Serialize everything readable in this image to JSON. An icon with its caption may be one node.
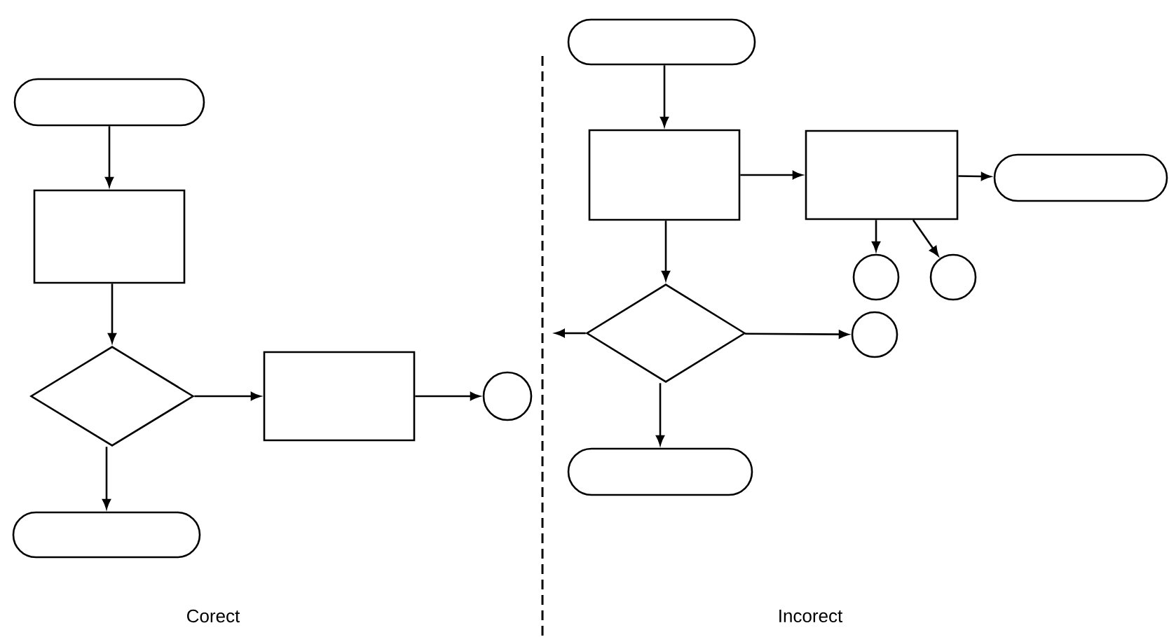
{
  "diagram": {
    "nodes": [
      {
        "text": [],
        "shape": "pill"
      },
      {
        "text": [],
        "shape": "box"
      },
      {
        "text": [],
        "shape": "diamond"
      },
      {
        "text": [],
        "shape": "box"
      },
      {
        "text": [],
        "shape": "circle"
      },
      {
        "text": [],
        "shape": "pill"
      },
      {
        "text": [],
        "shape": "pill"
      },
      {
        "text": [],
        "shape": "box"
      },
      {
        "text": [],
        "shape": "box"
      },
      {
        "text": [],
        "shape": "pill"
      },
      {
        "text": [],
        "shape": "circle"
      },
      {
        "text": [],
        "shape": "circle"
      },
      {
        "text": [],
        "shape": "diamond"
      },
      {
        "text": [],
        "shape": "circle"
      },
      {
        "text": [],
        "shape": "pill"
      }
    ],
    "edges": [
      {
        "from": 0,
        "to": 1,
        "arrow": "to"
      },
      {
        "from": 1,
        "to": 2,
        "arrow": "to"
      },
      {
        "from": 2,
        "to": 3,
        "arrow": "to"
      },
      {
        "from": 3,
        "to": 4,
        "arrow": "to"
      },
      {
        "from": 2,
        "to": 5,
        "arrow": "to"
      },
      {
        "from": 6,
        "to": 7,
        "arrow": "to"
      },
      {
        "from": 7,
        "to": 8,
        "arrow": "to"
      },
      {
        "from": 8,
        "to": 9,
        "arrow": "to"
      },
      {
        "from": 8,
        "to": 10,
        "arrow": "to"
      },
      {
        "from": 8,
        "to": 11,
        "arrow": "to"
      },
      {
        "from": 7,
        "to": 12,
        "arrow": "to"
      },
      {
        "from": 12,
        "to": null,
        "arrow": "to"
      },
      {
        "from": 12,
        "to": 13,
        "arrow": "to"
      },
      {
        "from": 12,
        "to": 14,
        "arrow": "to"
      }
    ],
    "labels": [
      "Corect",
      "Incorect"
    ]
  }
}
